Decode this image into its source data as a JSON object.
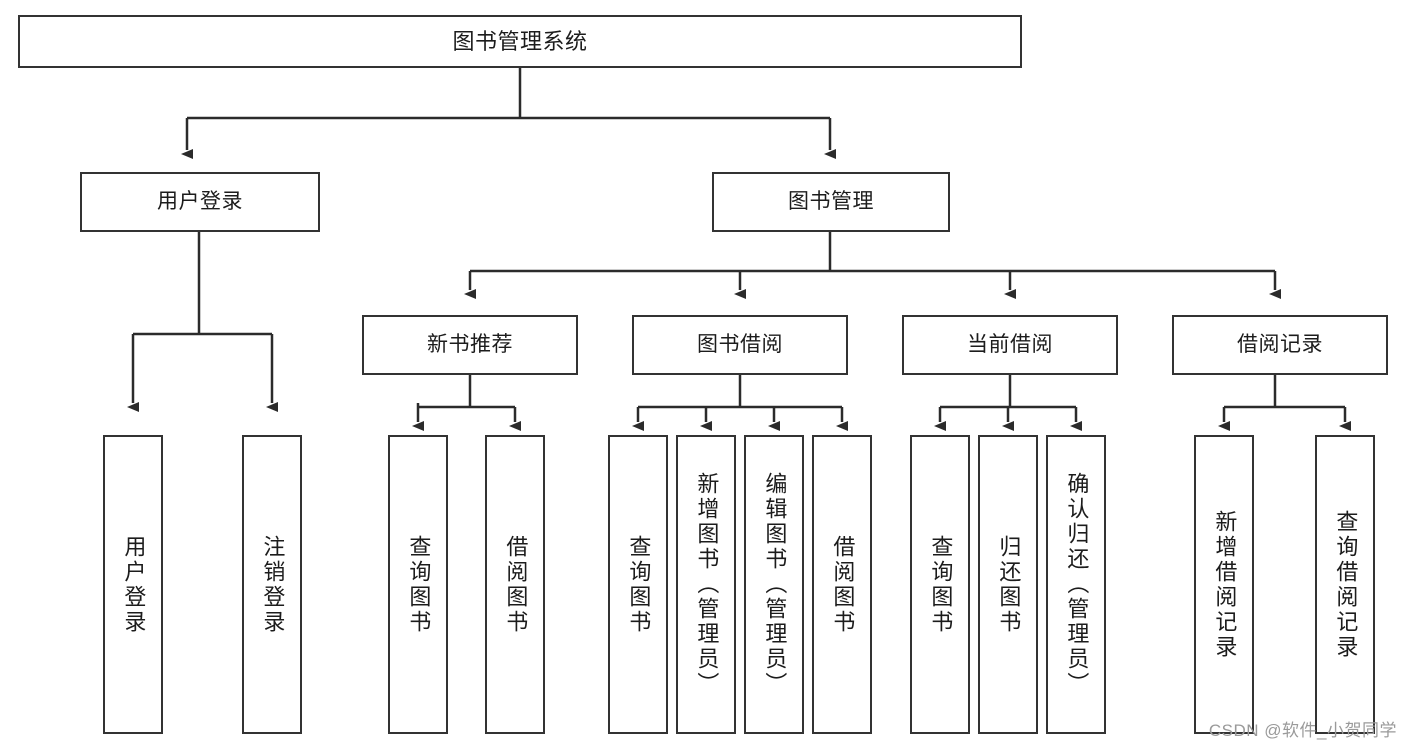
{
  "diagram": {
    "title": "图书管理系统",
    "type": "function-structure-tree",
    "watermark": "CSDN @软件_小贺同学",
    "colors": {
      "background": "#ffffff",
      "box_border": "#333333",
      "box_fill": "#ffffff",
      "text": "#1c1c1c",
      "connector": "#2b2b2b",
      "watermark": "#9a9a9a"
    },
    "root": {
      "label": "图书管理系统"
    },
    "level1": [
      {
        "label": "用户登录"
      },
      {
        "label": "图书管理"
      }
    ],
    "level2": [
      {
        "label": "新书推荐"
      },
      {
        "label": "图书借阅"
      },
      {
        "label": "当前借阅"
      },
      {
        "label": "借阅记录"
      }
    ],
    "leaves": {
      "user_login": [
        {
          "label": "用户登录"
        },
        {
          "label": "注销登录"
        }
      ],
      "new_book_recommend": [
        {
          "label": "查询图书"
        },
        {
          "label": "借阅图书"
        }
      ],
      "book_borrow": [
        {
          "label": "查询图书"
        },
        {
          "label": "新增图书（管理员）"
        },
        {
          "label": "编辑图书（管理员）"
        },
        {
          "label": "借阅图书"
        }
      ],
      "current_borrow": [
        {
          "label": "查询图书"
        },
        {
          "label": "归还图书"
        },
        {
          "label": "确认归还（管理员）"
        }
      ],
      "borrow_record": [
        {
          "label": "新增借阅记录"
        },
        {
          "label": "查询借阅记录"
        }
      ]
    }
  }
}
